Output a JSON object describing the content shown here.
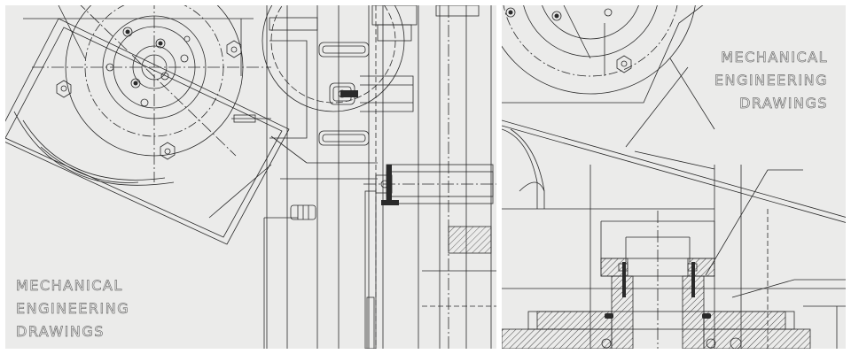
{
  "left_panel": {
    "caption_lines": [
      "MECHANICAL",
      "ENGINEERING",
      "DRAWINGS"
    ]
  },
  "right_panel": {
    "caption_lines": [
      "MECHANICAL",
      "ENGINEERING",
      "DRAWINGS"
    ]
  },
  "colors": {
    "background": "#ebebea",
    "line": "#2a2a2a",
    "divider": "#ffffff"
  }
}
